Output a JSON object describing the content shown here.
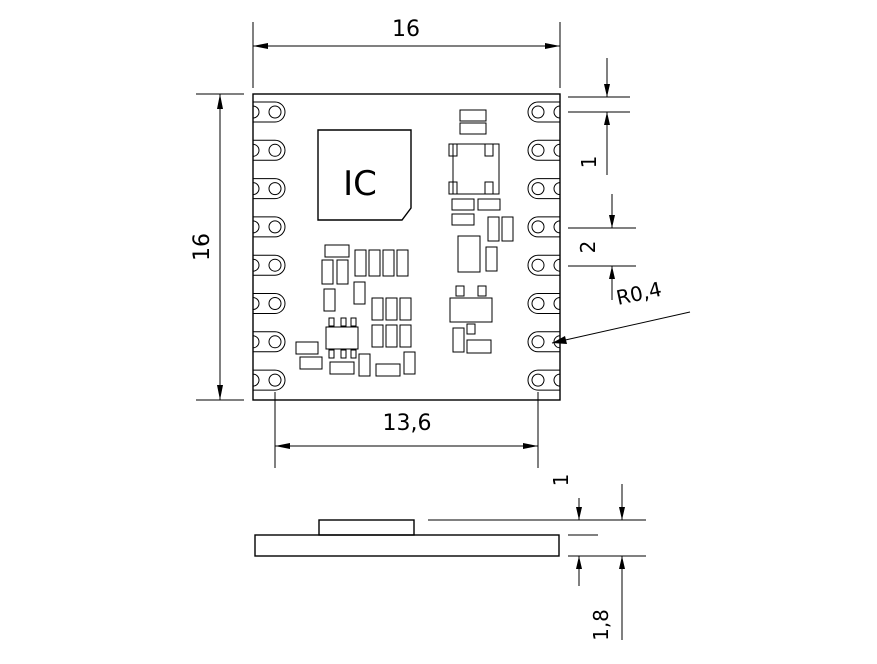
{
  "dimensions": {
    "top_width": "16",
    "left_height": "16",
    "pad_span": "13,6",
    "pad_pitch": "1",
    "pad_spacing": "2",
    "corner_radius": "R0,4",
    "shield_height": "1",
    "total_height": "1,8"
  },
  "chip_label": "IC",
  "pad_count_per_side": 8
}
